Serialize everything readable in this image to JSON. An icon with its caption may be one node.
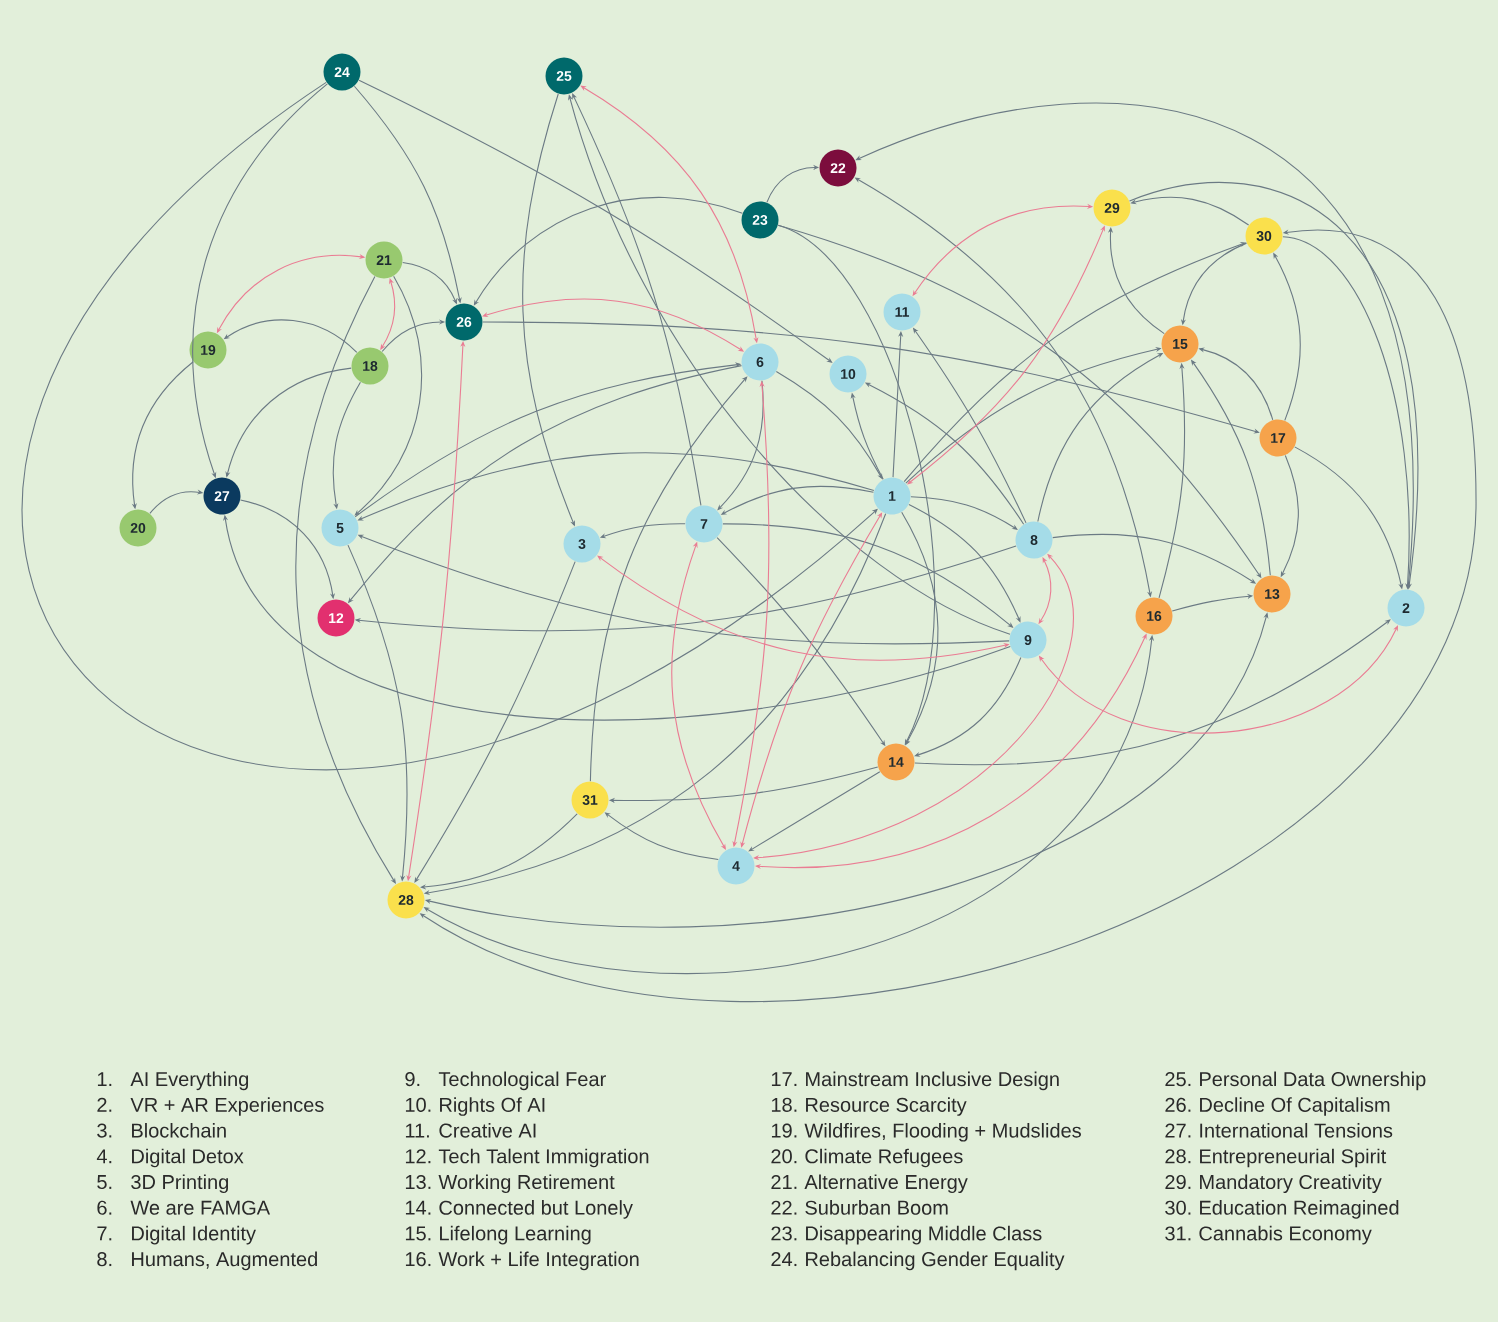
{
  "diagram": {
    "nodes": [
      {
        "text": [
          "1"
        ]
      },
      {
        "text": [
          "2"
        ]
      },
      {
        "text": [
          "3"
        ]
      },
      {
        "text": [
          "4"
        ]
      },
      {
        "text": [
          "5"
        ]
      },
      {
        "text": [
          "6"
        ]
      },
      {
        "text": [
          "7"
        ]
      },
      {
        "text": [
          "8"
        ]
      },
      {
        "text": [
          "9"
        ]
      },
      {
        "text": [
          "10"
        ]
      },
      {
        "text": [
          "11"
        ]
      },
      {
        "text": [
          "12"
        ]
      },
      {
        "text": [
          "13"
        ]
      },
      {
        "text": [
          "14"
        ]
      },
      {
        "text": [
          "15"
        ]
      },
      {
        "text": [
          "16"
        ]
      },
      {
        "text": [
          "17"
        ]
      },
      {
        "text": [
          "18"
        ]
      },
      {
        "text": [
          "19"
        ]
      },
      {
        "text": [
          "20"
        ]
      },
      {
        "text": [
          "21"
        ]
      },
      {
        "text": [
          "22"
        ]
      },
      {
        "text": [
          "23"
        ]
      },
      {
        "text": [
          "24"
        ]
      },
      {
        "text": [
          "25"
        ]
      },
      {
        "text": [
          "26"
        ]
      },
      {
        "text": [
          "27"
        ]
      },
      {
        "text": [
          "28"
        ]
      },
      {
        "text": [
          "29"
        ]
      },
      {
        "text": [
          "30"
        ]
      },
      {
        "text": [
          "31"
        ]
      }
    ],
    "edges": [
      {
        "from": 23,
        "to": 26,
        "arrow": "to"
      },
      {
        "from": 23,
        "to": 0,
        "arrow": "to"
      },
      {
        "from": 23,
        "to": 25,
        "arrow": "to"
      },
      {
        "from": 23,
        "to": 9,
        "arrow": "to"
      },
      {
        "from": 20,
        "to": 25,
        "arrow": "to"
      },
      {
        "from": 22,
        "to": 25,
        "arrow": "to"
      },
      {
        "from": 17,
        "to": 25,
        "arrow": "to"
      },
      {
        "from": 17,
        "to": 18,
        "arrow": "to"
      },
      {
        "from": 17,
        "to": 26,
        "arrow": "to"
      },
      {
        "from": 17,
        "to": 4,
        "arrow": "to"
      },
      {
        "from": 20,
        "to": 4,
        "arrow": "to"
      },
      {
        "from": 20,
        "to": 27,
        "arrow": "to"
      },
      {
        "from": 18,
        "to": 19,
        "arrow": "to"
      },
      {
        "from": 19,
        "to": 26,
        "arrow": "to"
      },
      {
        "from": 26,
        "to": 11,
        "arrow": "to"
      },
      {
        "from": 8,
        "to": 26,
        "arrow": "to"
      },
      {
        "from": 22,
        "to": 21,
        "arrow": "to"
      },
      {
        "from": 1,
        "to": 21,
        "arrow": "to"
      },
      {
        "from": 15,
        "to": 21,
        "arrow": "both"
      },
      {
        "from": 22,
        "to": 12,
        "arrow": "to"
      },
      {
        "from": 22,
        "to": 13,
        "arrow": "to"
      },
      {
        "from": 0,
        "to": 9,
        "arrow": "to"
      },
      {
        "from": 0,
        "to": 10,
        "arrow": "to"
      },
      {
        "from": 0,
        "to": 6,
        "arrow": "to"
      },
      {
        "from": 0,
        "to": 7,
        "arrow": "to"
      },
      {
        "from": 0,
        "to": 8,
        "arrow": "to"
      },
      {
        "from": 0,
        "to": 13,
        "arrow": "to"
      },
      {
        "from": 0,
        "to": 14,
        "arrow": "to"
      },
      {
        "from": 0,
        "to": 29,
        "arrow": "to"
      },
      {
        "from": 0,
        "to": 27,
        "arrow": "to"
      },
      {
        "from": 0,
        "to": 4,
        "arrow": "to"
      },
      {
        "from": 5,
        "to": 0,
        "arrow": "to"
      },
      {
        "from": 5,
        "to": 6,
        "arrow": "to"
      },
      {
        "from": 5,
        "to": 11,
        "arrow": "to"
      },
      {
        "from": 4,
        "to": 5,
        "arrow": "to"
      },
      {
        "from": 30,
        "to": 5,
        "arrow": "to"
      },
      {
        "from": 6,
        "to": 2,
        "arrow": "to"
      },
      {
        "from": 6,
        "to": 8,
        "arrow": "to"
      },
      {
        "from": 6,
        "to": 13,
        "arrow": "to"
      },
      {
        "from": 6,
        "to": 24,
        "arrow": "to"
      },
      {
        "from": 8,
        "to": 24,
        "arrow": "to"
      },
      {
        "from": 24,
        "to": 2,
        "arrow": "to"
      },
      {
        "from": 2,
        "to": 27,
        "arrow": "to"
      },
      {
        "from": 4,
        "to": 27,
        "arrow": "to"
      },
      {
        "from": 30,
        "to": 27,
        "arrow": "to"
      },
      {
        "from": 13,
        "to": 30,
        "arrow": "to"
      },
      {
        "from": 3,
        "to": 30,
        "arrow": "to"
      },
      {
        "from": 13,
        "to": 3,
        "arrow": "to"
      },
      {
        "from": 13,
        "to": 1,
        "arrow": "to"
      },
      {
        "from": 8,
        "to": 13,
        "arrow": "to"
      },
      {
        "from": 8,
        "to": 4,
        "arrow": "to"
      },
      {
        "from": 7,
        "to": 11,
        "arrow": "to"
      },
      {
        "from": 7,
        "to": 12,
        "arrow": "to"
      },
      {
        "from": 7,
        "to": 14,
        "arrow": "to"
      },
      {
        "from": 7,
        "to": 10,
        "arrow": "to"
      },
      {
        "from": 7,
        "to": 9,
        "arrow": "to"
      },
      {
        "from": 15,
        "to": 12,
        "arrow": "to"
      },
      {
        "from": 15,
        "to": 14,
        "arrow": "to"
      },
      {
        "from": 12,
        "to": 14,
        "arrow": "to"
      },
      {
        "from": 16,
        "to": 14,
        "arrow": "to"
      },
      {
        "from": 16,
        "to": 12,
        "arrow": "to"
      },
      {
        "from": 16,
        "to": 1,
        "arrow": "to"
      },
      {
        "from": 16,
        "to": 29,
        "arrow": "to"
      },
      {
        "from": 25,
        "to": 16,
        "arrow": "to"
      },
      {
        "from": 29,
        "to": 14,
        "arrow": "to"
      },
      {
        "from": 29,
        "to": 28,
        "arrow": "to"
      },
      {
        "from": 14,
        "to": 28,
        "arrow": "to"
      },
      {
        "from": 28,
        "to": 1,
        "arrow": "to"
      },
      {
        "from": 29,
        "to": 1,
        "arrow": "to"
      },
      {
        "from": 27,
        "to": 29,
        "arrow": "both"
      },
      {
        "from": 27,
        "to": 12,
        "arrow": "both"
      },
      {
        "from": 27,
        "to": 15,
        "arrow": "both"
      },
      {
        "from": 20,
        "to": 18,
        "arrow": "both",
        "color": "#ea7c93"
      },
      {
        "from": 20,
        "to": 17,
        "arrow": "both",
        "color": "#ea7c93"
      },
      {
        "from": 25,
        "to": 5,
        "arrow": "both",
        "color": "#ea7c93"
      },
      {
        "from": 24,
        "to": 5,
        "arrow": "both",
        "color": "#ea7c93"
      },
      {
        "from": 25,
        "to": 27,
        "arrow": "both",
        "color": "#ea7c93"
      },
      {
        "from": 10,
        "to": 28,
        "arrow": "both",
        "color": "#ea7c93"
      },
      {
        "from": 0,
        "to": 28,
        "arrow": "both",
        "color": "#ea7c93"
      },
      {
        "from": 2,
        "to": 8,
        "arrow": "both",
        "color": "#ea7c93"
      },
      {
        "from": 6,
        "to": 3,
        "arrow": "both",
        "color": "#ea7c93"
      },
      {
        "from": 5,
        "to": 3,
        "arrow": "both",
        "color": "#ea7c93"
      },
      {
        "from": 0,
        "to": 3,
        "arrow": "both",
        "color": "#ea7c93"
      },
      {
        "from": 7,
        "to": 8,
        "arrow": "both",
        "color": "#ea7c93"
      },
      {
        "from": 7,
        "to": 3,
        "arrow": "both",
        "color": "#ea7c93"
      },
      {
        "from": 15,
        "to": 3,
        "arrow": "both",
        "color": "#ea7c93"
      },
      {
        "from": 8,
        "to": 1,
        "arrow": "both",
        "color": "#ea7c93"
      }
    ],
    "labels": [
      "1.",
      "AI Everything",
      "2.",
      "VR + AR Experiences",
      "3.",
      "Blockchain",
      "4.",
      "Digital Detox",
      "5.",
      "3D Printing",
      "6.",
      "We are FAMGA",
      "7.",
      "Digital Identity",
      "8.",
      "Humans, Augmented",
      "9.",
      "Technological Fear",
      "10.",
      "Rights Of AI",
      "11.",
      "Creative AI",
      "12.",
      "Tech Talent Immigration",
      "13.",
      "Working Retirement",
      "14.",
      "Connected but Lonely",
      "15.",
      "Lifelong Learning",
      "16.",
      "Work + Life Integration",
      "17.",
      "Mainstream Inclusive Design",
      "18.",
      "Resource Scarcity",
      "19.",
      "Wildfires, Flooding + Mudslides",
      "20.",
      "Climate Refugees",
      "21.",
      "Alternative Energy",
      "22.",
      "Suburban Boom",
      "23.",
      "Disappearing Middle Class",
      "24.",
      "Rebalancing Gender Equality",
      "25.",
      "Personal Data Ownership",
      "26.",
      "Decline Of Capitalism",
      "27.",
      "International Tensions",
      "28.",
      "Entrepreneurial Spirit",
      "29.",
      "Mandatory Creativity",
      "30.",
      "Education Reimagined",
      "31.",
      "Cannabis Economy"
    ]
  }
}
